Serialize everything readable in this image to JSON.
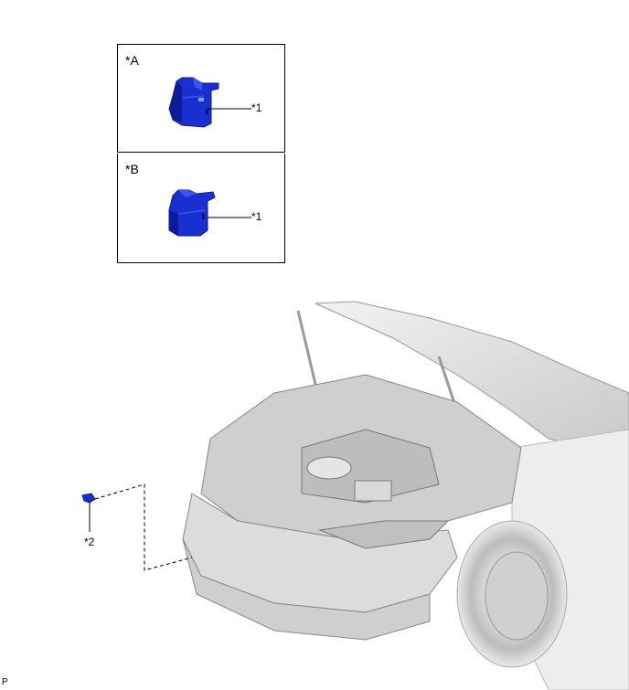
{
  "panels": [
    {
      "label": "*A",
      "callout": "*1"
    },
    {
      "label": "*B",
      "callout": "*1"
    }
  ],
  "main": {
    "callout": "*2"
  },
  "corner": {
    "text": "P"
  },
  "colors": {
    "part_blue": "#1a2fd0",
    "part_shade": "#0d1a9a",
    "car_gray": "#d9d9d9",
    "line": "#000000"
  }
}
